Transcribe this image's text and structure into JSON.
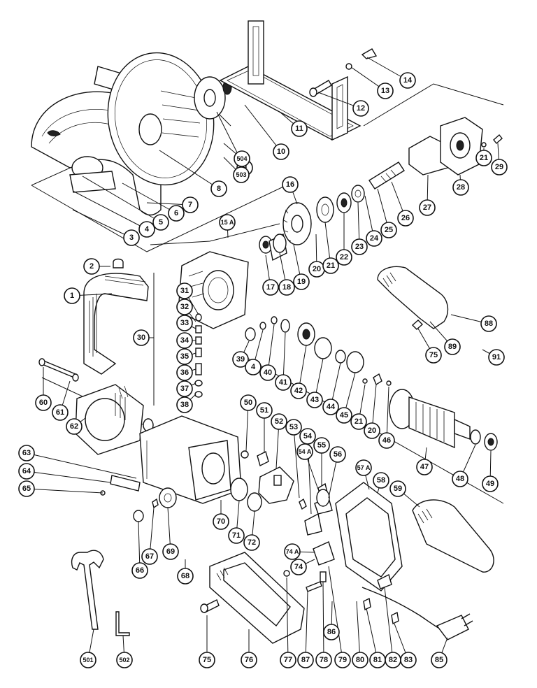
{
  "callouts": [
    {
      "id": "p1",
      "label": "1"
    },
    {
      "id": "p2",
      "label": "2"
    },
    {
      "id": "p3",
      "label": "3"
    },
    {
      "id": "p4",
      "label": "4"
    },
    {
      "id": "p5",
      "label": "5"
    },
    {
      "id": "p6",
      "label": "6"
    },
    {
      "id": "p7",
      "label": "7"
    },
    {
      "id": "p8",
      "label": "8"
    },
    {
      "id": "p9",
      "label": "9"
    },
    {
      "id": "p10",
      "label": "10"
    },
    {
      "id": "p11",
      "label": "11"
    },
    {
      "id": "p12",
      "label": "12"
    },
    {
      "id": "p13",
      "label": "13"
    },
    {
      "id": "p14",
      "label": "14"
    },
    {
      "id": "p15a",
      "label": "15 A"
    },
    {
      "id": "p16",
      "label": "16"
    },
    {
      "id": "p17",
      "label": "17"
    },
    {
      "id": "p18",
      "label": "18"
    },
    {
      "id": "p19",
      "label": "19"
    },
    {
      "id": "p20a",
      "label": "20"
    },
    {
      "id": "p20b",
      "label": "20"
    },
    {
      "id": "p21a",
      "label": "21"
    },
    {
      "id": "p21b",
      "label": "21"
    },
    {
      "id": "p21c",
      "label": "21"
    },
    {
      "id": "p22",
      "label": "22"
    },
    {
      "id": "p23",
      "label": "23"
    },
    {
      "id": "p24",
      "label": "24"
    },
    {
      "id": "p25",
      "label": "25"
    },
    {
      "id": "p26",
      "label": "26"
    },
    {
      "id": "p27",
      "label": "27"
    },
    {
      "id": "p28",
      "label": "28"
    },
    {
      "id": "p29",
      "label": "29"
    },
    {
      "id": "p30",
      "label": "30"
    },
    {
      "id": "p31",
      "label": "31"
    },
    {
      "id": "p32",
      "label": "32"
    },
    {
      "id": "p33",
      "label": "33"
    },
    {
      "id": "p34",
      "label": "34"
    },
    {
      "id": "p35",
      "label": "35"
    },
    {
      "id": "p36",
      "label": "36"
    },
    {
      "id": "p37",
      "label": "37"
    },
    {
      "id": "p38",
      "label": "38"
    },
    {
      "id": "p39",
      "label": "39"
    },
    {
      "id": "p4b",
      "label": "4"
    },
    {
      "id": "p40",
      "label": "40"
    },
    {
      "id": "p41",
      "label": "41"
    },
    {
      "id": "p42",
      "label": "42"
    },
    {
      "id": "p43",
      "label": "43"
    },
    {
      "id": "p44",
      "label": "44"
    },
    {
      "id": "p45",
      "label": "45"
    },
    {
      "id": "p46",
      "label": "46"
    },
    {
      "id": "p47",
      "label": "47"
    },
    {
      "id": "p48",
      "label": "48"
    },
    {
      "id": "p49",
      "label": "49"
    },
    {
      "id": "p50",
      "label": "50"
    },
    {
      "id": "p51",
      "label": "51"
    },
    {
      "id": "p52",
      "label": "52"
    },
    {
      "id": "p53",
      "label": "53"
    },
    {
      "id": "p54",
      "label": "54"
    },
    {
      "id": "p54a",
      "label": "54 A"
    },
    {
      "id": "p55",
      "label": "55"
    },
    {
      "id": "p56",
      "label": "56"
    },
    {
      "id": "p57a",
      "label": "57 A"
    },
    {
      "id": "p58",
      "label": "58"
    },
    {
      "id": "p59",
      "label": "59"
    },
    {
      "id": "p60",
      "label": "60"
    },
    {
      "id": "p61",
      "label": "61"
    },
    {
      "id": "p62",
      "label": "62"
    },
    {
      "id": "p63",
      "label": "63"
    },
    {
      "id": "p64",
      "label": "64"
    },
    {
      "id": "p65",
      "label": "65"
    },
    {
      "id": "p66",
      "label": "66"
    },
    {
      "id": "p67",
      "label": "67"
    },
    {
      "id": "p68",
      "label": "68"
    },
    {
      "id": "p69",
      "label": "69"
    },
    {
      "id": "p70",
      "label": "70"
    },
    {
      "id": "p71",
      "label": "71"
    },
    {
      "id": "p72",
      "label": "72"
    },
    {
      "id": "p74a",
      "label": "74 A"
    },
    {
      "id": "p74",
      "label": "74"
    },
    {
      "id": "p75a",
      "label": "75"
    },
    {
      "id": "p75b",
      "label": "75"
    },
    {
      "id": "p76",
      "label": "76"
    },
    {
      "id": "p77",
      "label": "77"
    },
    {
      "id": "p78",
      "label": "78"
    },
    {
      "id": "p79",
      "label": "79"
    },
    {
      "id": "p80",
      "label": "80"
    },
    {
      "id": "p81",
      "label": "81"
    },
    {
      "id": "p82",
      "label": "82"
    },
    {
      "id": "p83",
      "label": "83"
    },
    {
      "id": "p85",
      "label": "85"
    },
    {
      "id": "p86",
      "label": "86"
    },
    {
      "id": "p87",
      "label": "87"
    },
    {
      "id": "p88",
      "label": "88"
    },
    {
      "id": "p89",
      "label": "89"
    },
    {
      "id": "p91",
      "label": "91"
    },
    {
      "id": "p501",
      "label": "501"
    },
    {
      "id": "p502",
      "label": "502"
    },
    {
      "id": "p503",
      "label": "503"
    },
    {
      "id": "p504",
      "label": "504"
    }
  ]
}
